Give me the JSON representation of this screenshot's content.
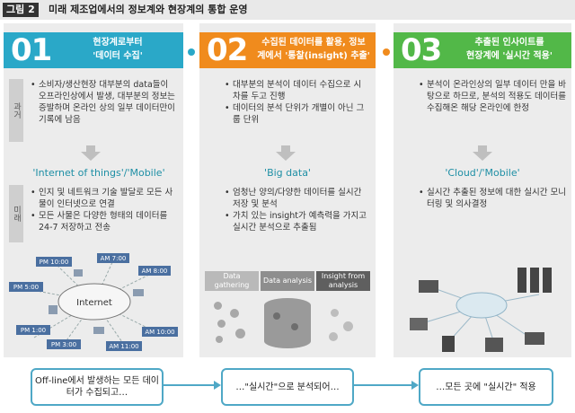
{
  "figure": {
    "tag": "그림 2",
    "title": "미래 제조업에서의 정보계와 현장계의 통합 운영"
  },
  "colors": {
    "teal": "#2aa8c8",
    "orange": "#f08b1d",
    "green": "#52b848",
    "panel_bg": "#ececec",
    "box_border": "#4fa8c6"
  },
  "columns": [
    {
      "number": "01",
      "title_lines": [
        "현장계로부터",
        "'데이터 수집'"
      ],
      "past_tab": "과거",
      "past_bullets": [
        "소비자/생산현장 대부분의 data들이 오프라인상에서 발생, 대부분의 정보는 증발하며 온라인 상의 일부 데이터만이 기록에 남음"
      ],
      "heading": "'Internet of things'/'Mobile'",
      "future_tab": "미래",
      "future_bullets": [
        "인지 및 네트워크 기술 발달로 모든 사물이 인터넷으로 연결",
        "모든 사물은 다양한 형태의 데이터를 24-7 저장하고 전송"
      ],
      "diagram": {
        "center": "Internet",
        "times": [
          "PM 10:00",
          "AM 7:00",
          "AM 8:00",
          "PM 5:00",
          "PM 1:00",
          "PM 3:00",
          "AM 10:00",
          "AM 11:00"
        ]
      },
      "bottom_text": "Off-line에서 발생하는 모든 데이터가 수집되고…"
    },
    {
      "number": "02",
      "title_lines": [
        "수집된 데이터를 활용, 정보",
        "계에서 '통찰(insight) 추출'"
      ],
      "past_bullets": [
        "대부분의 분석이 데이터 수집으로 시차를 두고 진행",
        "데이터의 분석 단위가 개별이 아닌 그룹 단위"
      ],
      "heading": "'Big data'",
      "future_bullets": [
        "엄청난 양의/다양한 데이터를 실시간 저장 및 분석",
        "가치 있는 insight가 예측력을 가지고 실시간 분석으로 추출됨"
      ],
      "process": [
        "Data gathering",
        "Data analysis",
        "Insight from analysis"
      ],
      "bottom_text": "…\"실시간\"으로 분석되어…"
    },
    {
      "number": "03",
      "title_lines": [
        "추출된 인사이트를",
        "현장계에 '실시간 적용'"
      ],
      "past_bullets": [
        "분석이 온라인상의 일부 데이터 만을 바탕으로 하므로, 분석의 적용도 데이터를 수집해온 해당 온라인에 한정"
      ],
      "heading": "'Cloud'/'Mobile'",
      "future_bullets": [
        "실시간 추출된 정보에 대한 실시간 모니터링 및 의사결정"
      ],
      "bottom_text": "…모든 곳에 \"실시간\" 적용"
    }
  ]
}
